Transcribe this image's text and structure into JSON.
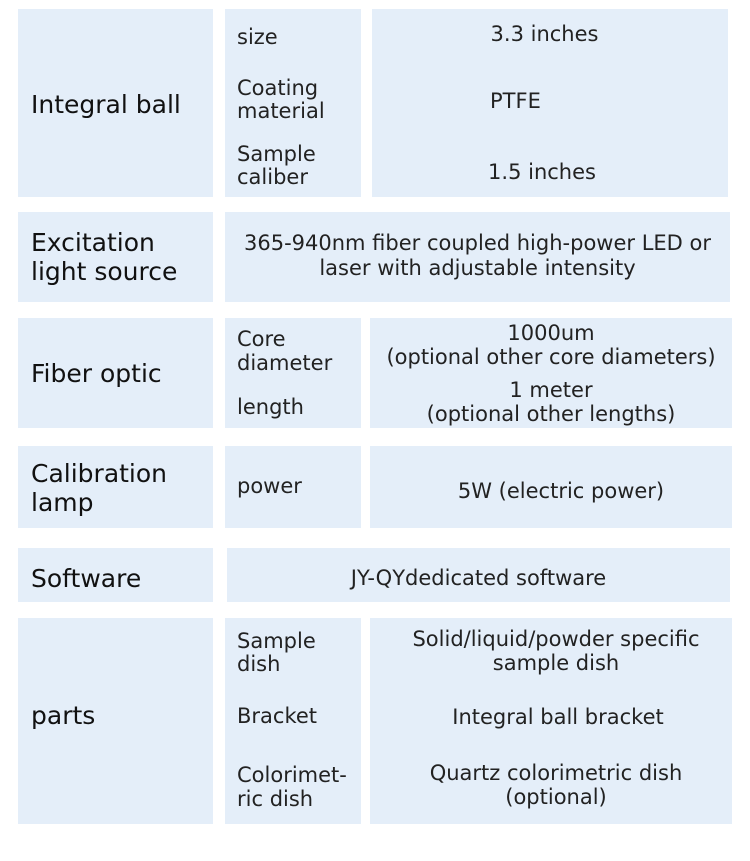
{
  "sections": [
    {
      "category": [
        "Integral ball"
      ],
      "rows": [
        {
          "label": [
            "size"
          ],
          "value": [
            "3.3 inches"
          ]
        },
        {
          "label": [
            "Coating",
            "material"
          ],
          "value": [
            "PTFE"
          ]
        },
        {
          "label": [
            "Sample",
            "caliber"
          ],
          "value": [
            "1.5 inches"
          ]
        }
      ]
    },
    {
      "category": [
        "Excitation",
        "light source"
      ],
      "value": [
        "365-940nm fiber coupled high-power LED or",
        "laser with adjustable intensity"
      ]
    },
    {
      "category": [
        "Fiber optic"
      ],
      "rows": [
        {
          "label": [
            "Core",
            "diameter"
          ],
          "value": [
            "1000um",
            "(optional other core diameters)"
          ]
        },
        {
          "label": [
            "length"
          ],
          "value": [
            "1 meter",
            "(optional other lengths)"
          ]
        }
      ]
    },
    {
      "category": [
        "Calibration",
        "lamp"
      ],
      "rows": [
        {
          "label": [
            "power"
          ],
          "value": [
            "5W (electric power)"
          ]
        }
      ]
    },
    {
      "category": [
        "Software"
      ],
      "value": [
        "JY-QYdedicated software"
      ]
    },
    {
      "category": [
        "parts"
      ],
      "rows": [
        {
          "label": [
            "Sample",
            "dish"
          ],
          "value": [
            "Solid/liquid/powder specific",
            "sample dish"
          ]
        },
        {
          "label": [
            "Bracket"
          ],
          "value": [
            "Integral ball bracket"
          ]
        },
        {
          "label": [
            "Colorimet-",
            "ric dish"
          ],
          "value": [
            "Quartz colorimetric dish",
            "(optional)"
          ]
        }
      ]
    }
  ]
}
